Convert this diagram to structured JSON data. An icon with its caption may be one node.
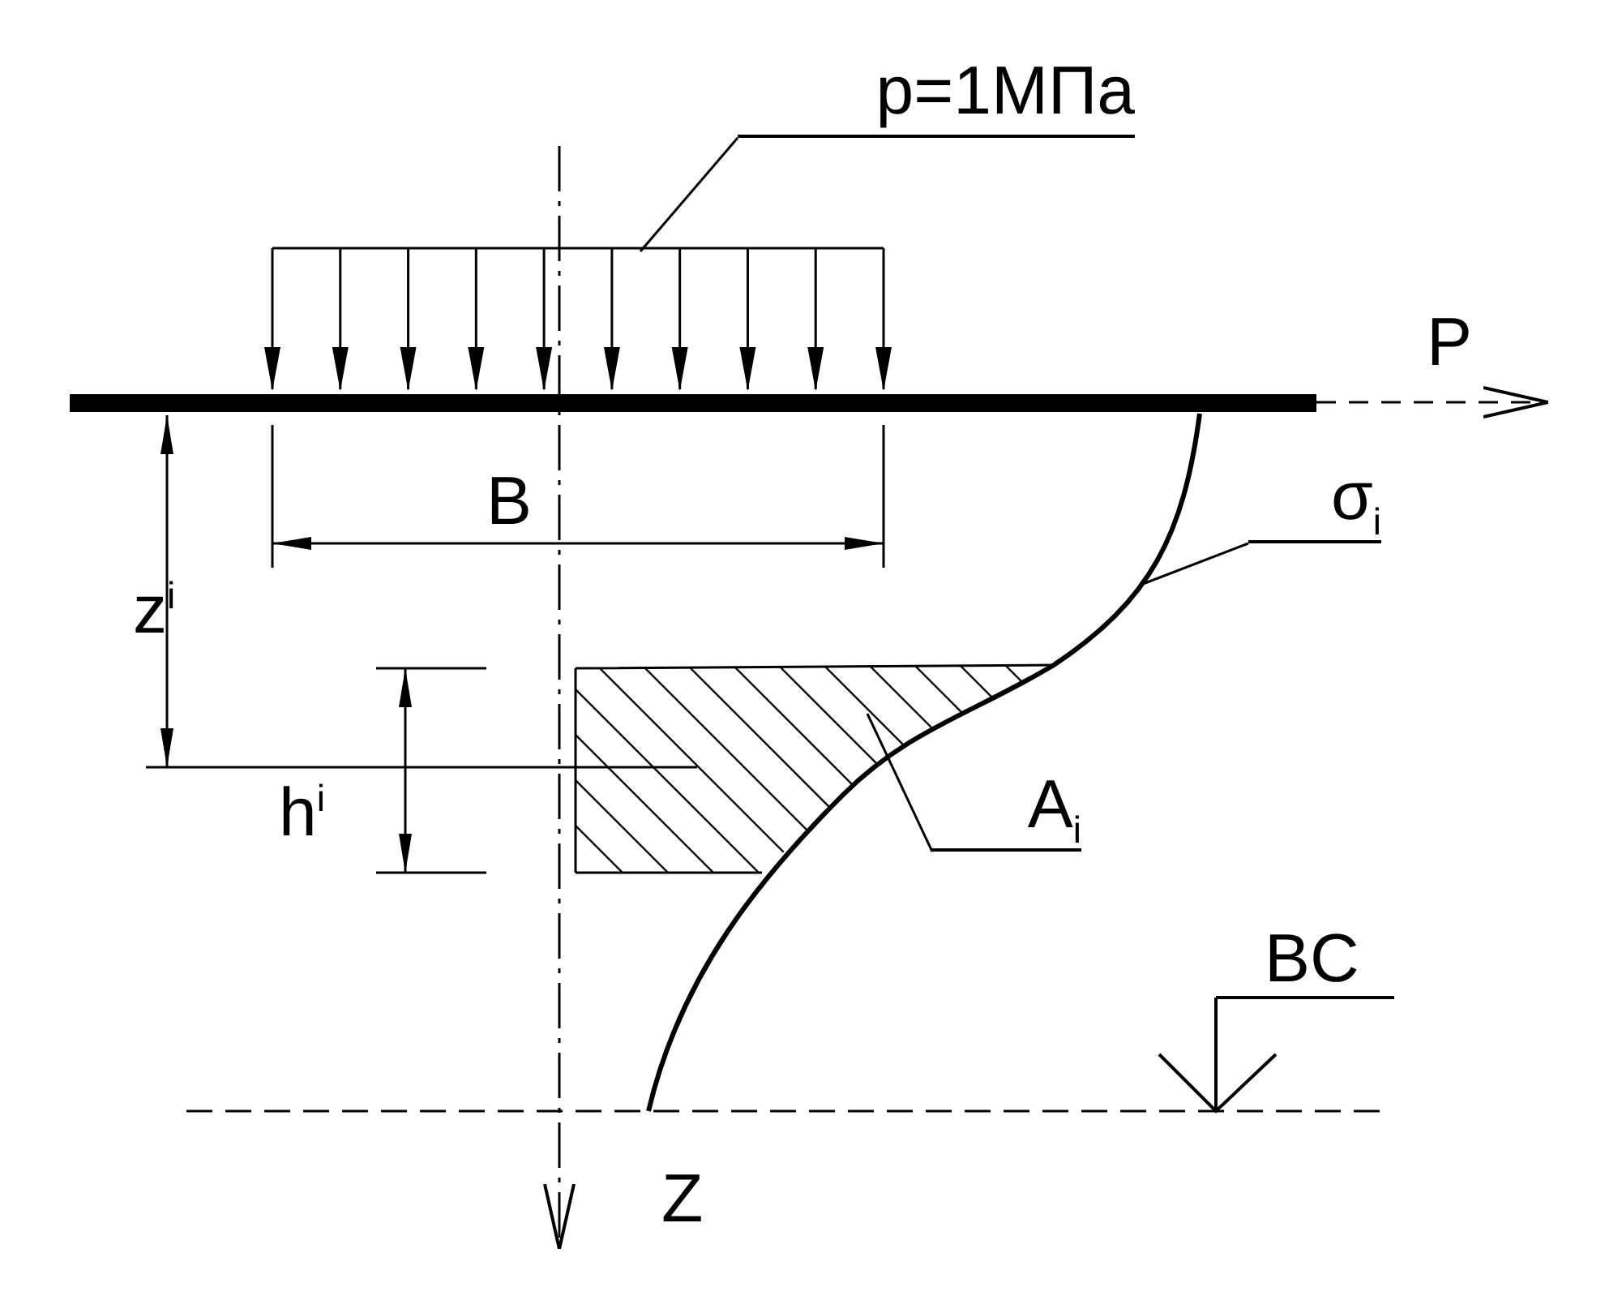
{
  "diagram": {
    "nodes": [
      {
        "text": [
          "p=1МПа"
        ]
      },
      {
        "text": [
          "σ$_{i}$"
        ]
      },
      {
        "text": [
          "A$_{i}$"
        ]
      }
    ],
    "edges": [
      {
        "from": 0,
        "to": null,
        "arrow": "none"
      },
      {
        "from": 1,
        "to": null,
        "arrow": "none"
      },
      {
        "from": 2,
        "to": null,
        "arrow": "none"
      }
    ],
    "labels": [
      "P",
      "B",
      "z$^{i}$",
      "h$^{i}$",
      "BC",
      "Z"
    ]
  }
}
